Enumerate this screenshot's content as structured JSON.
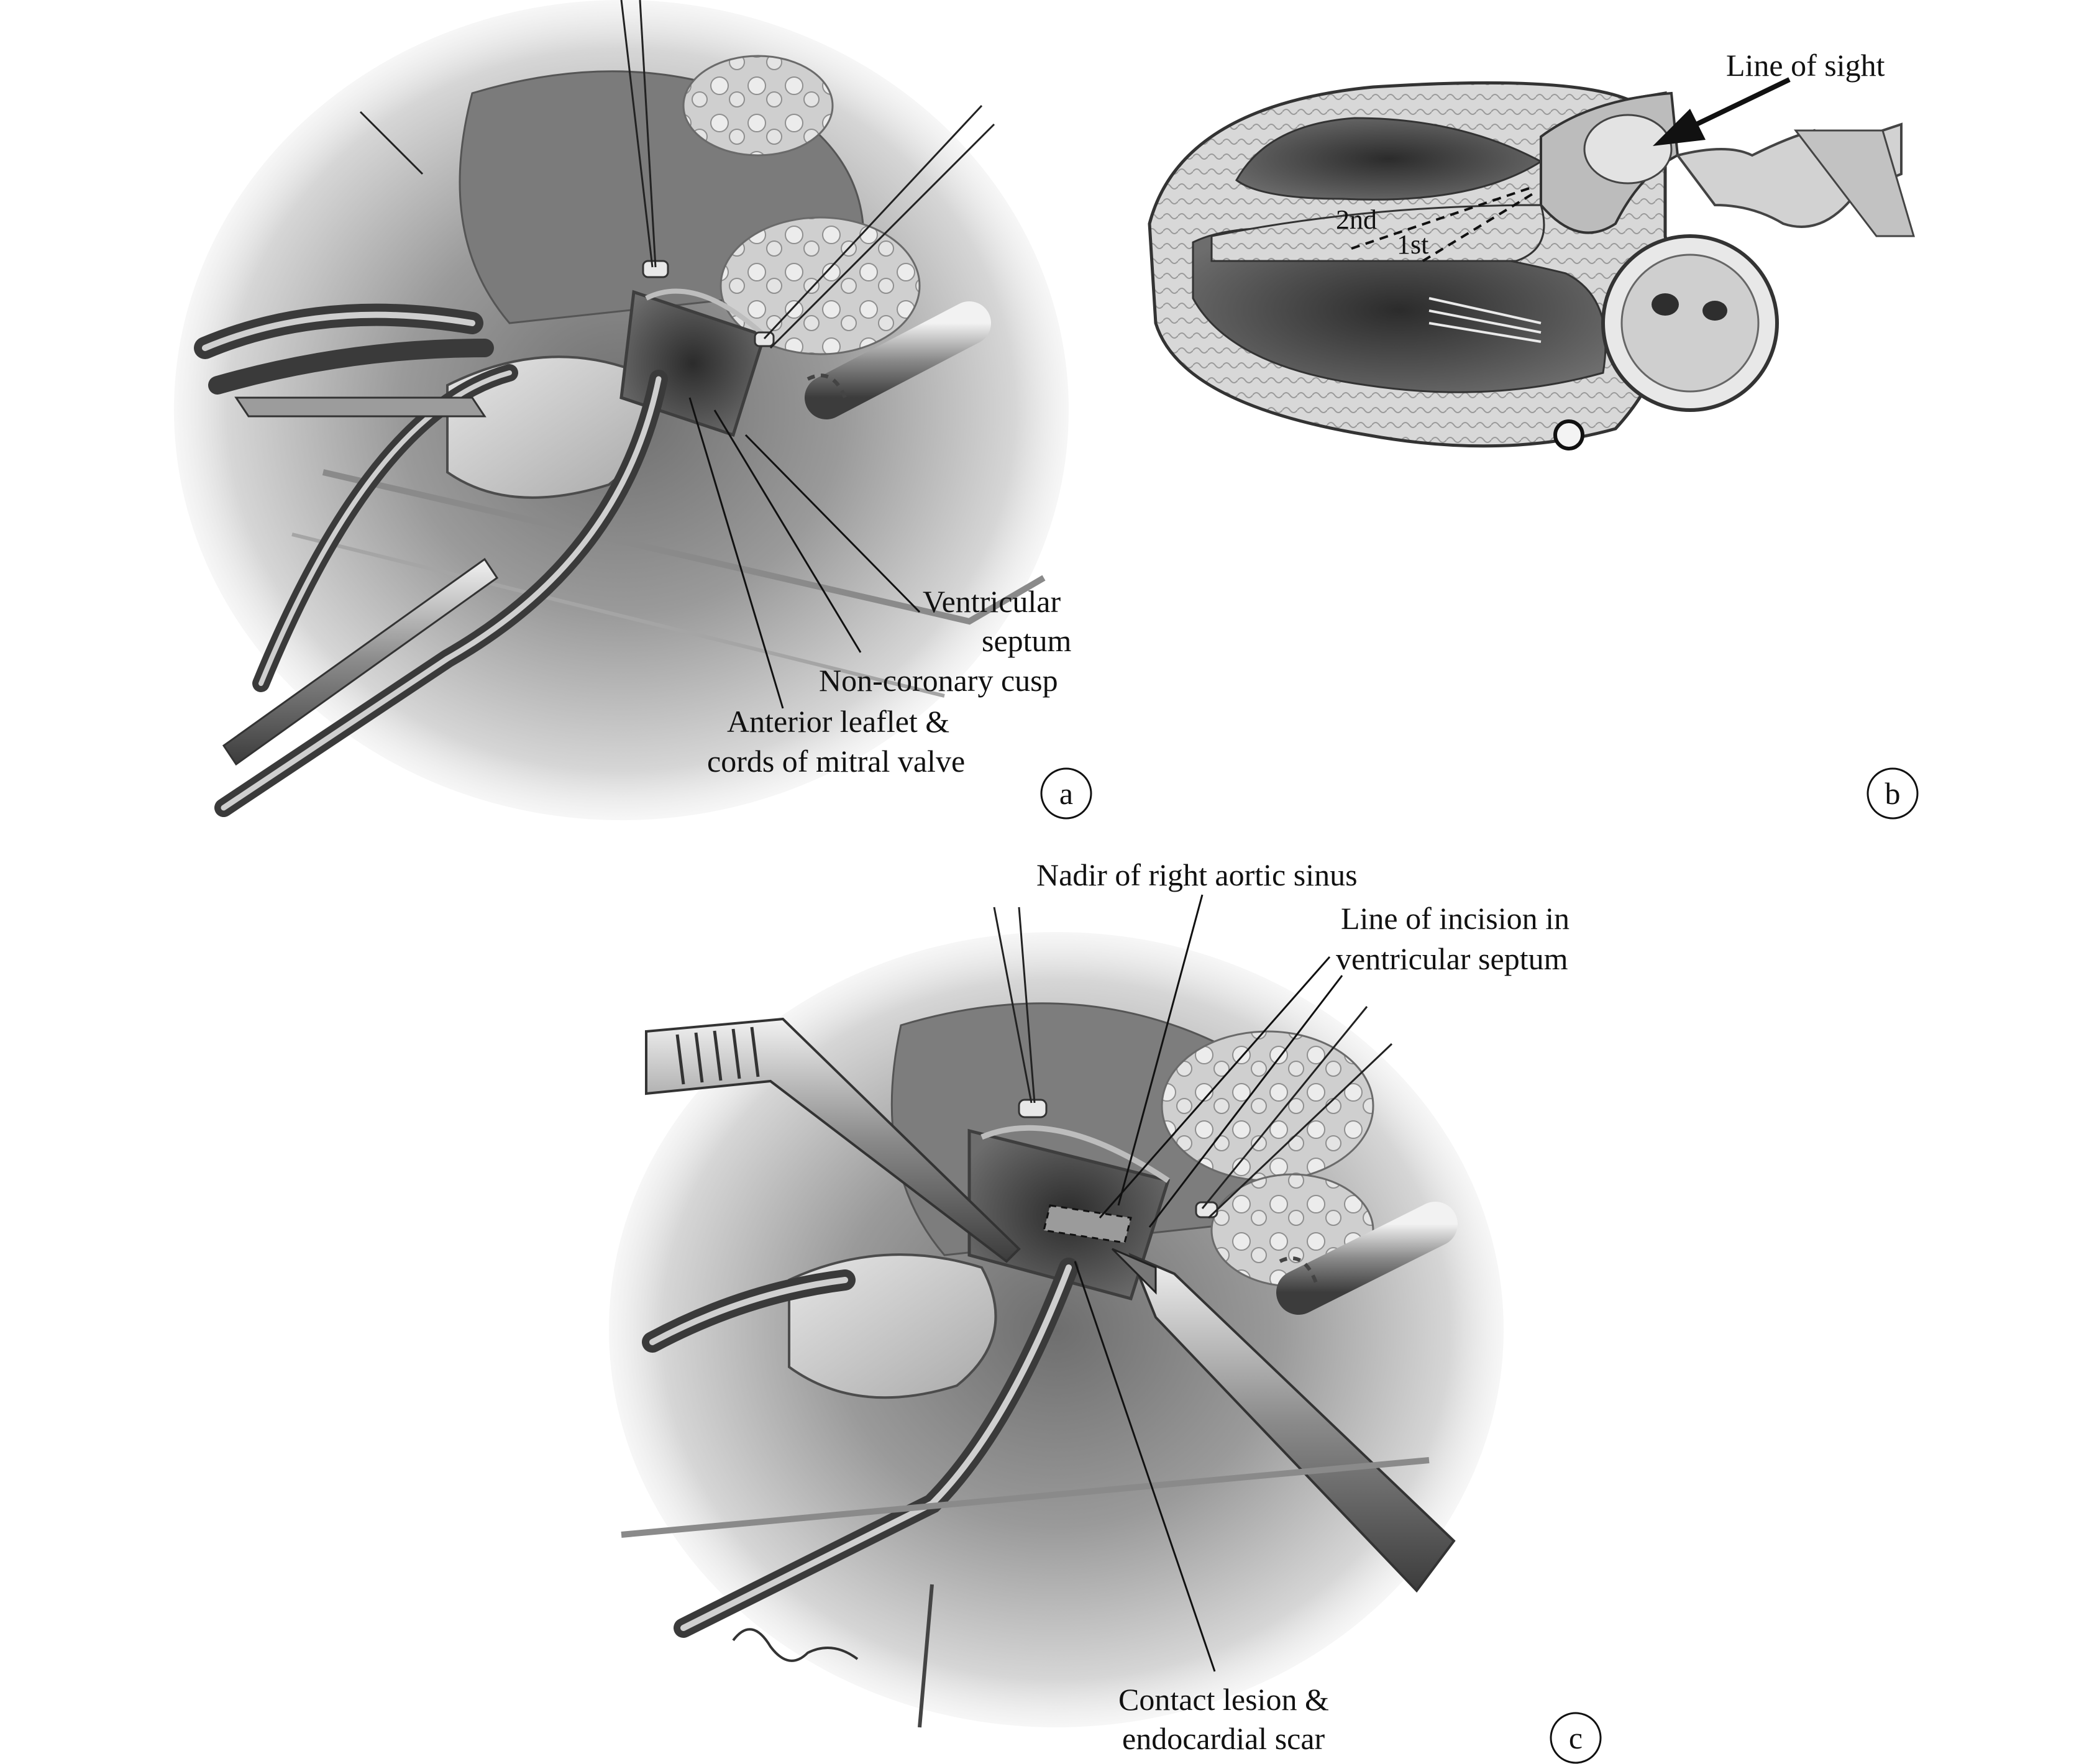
{
  "panels": {
    "a": {
      "letter": "a",
      "labels": {
        "ventricular_septum": [
          "Ventricular",
          "septum"
        ],
        "non_coronary_cusp": "Non-coronary cusp",
        "mitral_valve": [
          "Anterior leaflet &",
          "cords of mitral valve"
        ]
      }
    },
    "b": {
      "letter": "b",
      "labels": {
        "line_of_sight": "Line of sight",
        "second": "2nd",
        "first": "1st"
      }
    },
    "c": {
      "letter": "c",
      "labels": {
        "nadir": "Nadir of right aortic sinus",
        "incision": [
          "Line of incision in",
          "ventricular septum"
        ],
        "contact_lesion": [
          "Contact lesion &",
          "endocardial scar"
        ]
      }
    }
  },
  "colors": {
    "ink": "#111111",
    "tissue_dark": "#4a4a4a",
    "tissue_mid": "#8c8c8c",
    "tissue_light": "#d9d9d9"
  }
}
